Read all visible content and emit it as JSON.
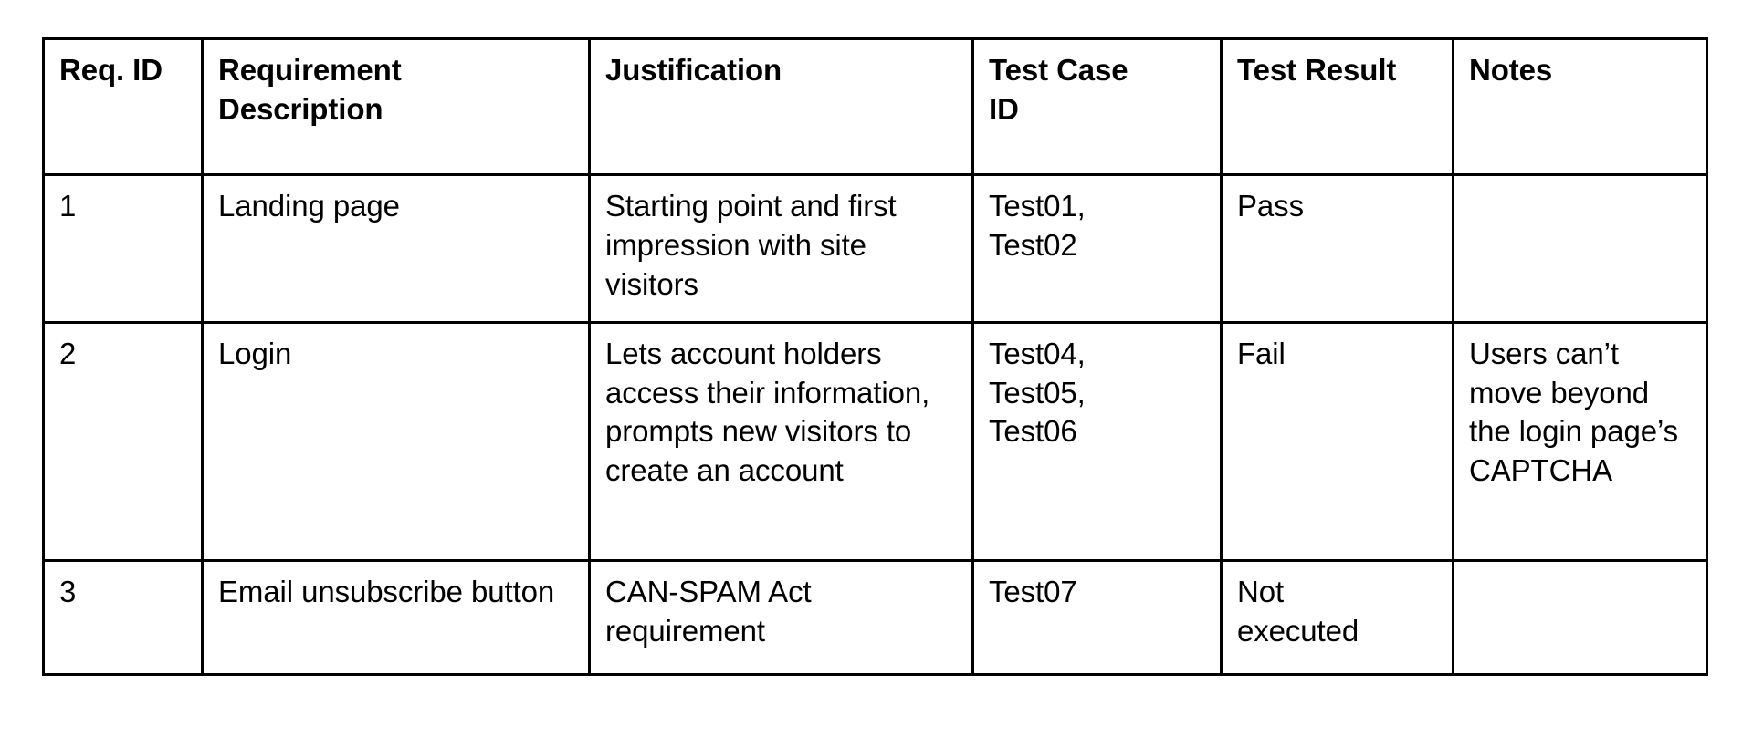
{
  "document": {
    "type": "requirements-traceability-matrix-table",
    "background_color": "#ffffff",
    "text_color": "#000000",
    "border_color": "#000000"
  },
  "table": {
    "columns": [
      {
        "key": "req_id",
        "label": "Req. ID"
      },
      {
        "key": "req_desc",
        "label": "Requirement\nDescription"
      },
      {
        "key": "just",
        "label": "Justification"
      },
      {
        "key": "test_case",
        "label": "Test Case\nID"
      },
      {
        "key": "test_result",
        "label": "Test Result"
      },
      {
        "key": "notes",
        "label": "Notes"
      }
    ],
    "rows": [
      {
        "req_id": "1",
        "req_desc": "Landing page",
        "just": "Starting point and first impression with site visitors",
        "test_case": "Test01,\nTest02",
        "test_result": "Pass",
        "notes": ""
      },
      {
        "req_id": "2",
        "req_desc": "Login",
        "just": "Lets account holders access their information, prompts new visitors to create an account",
        "test_case": "Test04,\nTest05,\nTest06",
        "test_result": "Fail",
        "notes": "Users can’t move beyond the login page’s CAPTCHA"
      },
      {
        "req_id": "3",
        "req_desc": "Email unsubscribe button",
        "just": "CAN-SPAM Act requirement",
        "test_case": "Test07",
        "test_result": "Not\nexecuted",
        "notes": ""
      }
    ]
  }
}
